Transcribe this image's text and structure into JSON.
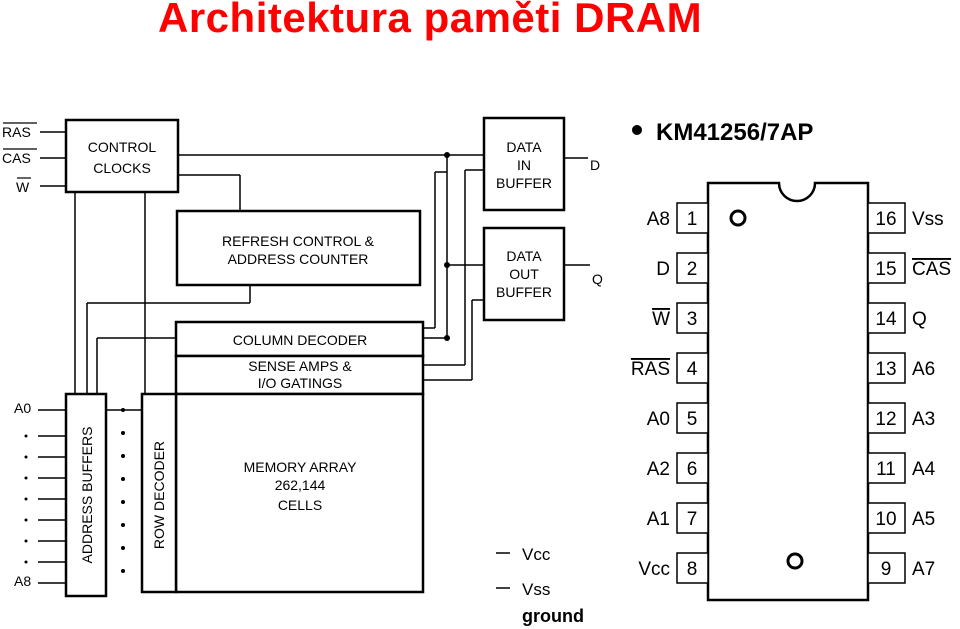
{
  "title": "Architektura paměti DRAM",
  "block_diagram": {
    "inputs": {
      "ras": "RAS",
      "cas": "CAS",
      "w": "W",
      "a0": "A0",
      "a8": "A8"
    },
    "outputs": {
      "d": "D",
      "q": "Q"
    },
    "control_clocks": [
      "CONTROL",
      "CLOCKS"
    ],
    "refresh": [
      "REFRESH CONTROL &",
      "ADDRESS COUNTER"
    ],
    "data_in": [
      "DATA",
      "IN",
      "BUFFER"
    ],
    "data_out": [
      "DATA",
      "OUT",
      "BUFFER"
    ],
    "column_decoder": "COLUMN DECODER",
    "sense_amps": [
      "SENSE AMPS &",
      "I/O GATINGS"
    ],
    "memory_array": [
      "MEMORY ARRAY",
      "262,144",
      "CELLS"
    ],
    "address_buffers": "ADDRESS BUFFERS",
    "row_decoder": "ROW DECODER"
  },
  "legend": {
    "vcc": "Vcc",
    "vss": "Vss",
    "ground": "ground"
  },
  "chip": {
    "name": "KM41256/7AP",
    "left_pins": [
      {
        "num": "1",
        "label": "A8"
      },
      {
        "num": "2",
        "label": "D"
      },
      {
        "num": "3",
        "label": "W",
        "overline": true
      },
      {
        "num": "4",
        "label": "RAS",
        "overline": true
      },
      {
        "num": "5",
        "label": "A0"
      },
      {
        "num": "6",
        "label": "A2"
      },
      {
        "num": "7",
        "label": "A1"
      },
      {
        "num": "8",
        "label": "Vcc"
      }
    ],
    "right_pins": [
      {
        "num": "16",
        "label": "Vss"
      },
      {
        "num": "15",
        "label": "CAS",
        "overline": true
      },
      {
        "num": "14",
        "label": "Q"
      },
      {
        "num": "13",
        "label": "A6"
      },
      {
        "num": "12",
        "label": "A3"
      },
      {
        "num": "11",
        "label": "A4"
      },
      {
        "num": "10",
        "label": "A5"
      },
      {
        "num": "9",
        "label": "A7"
      }
    ]
  }
}
